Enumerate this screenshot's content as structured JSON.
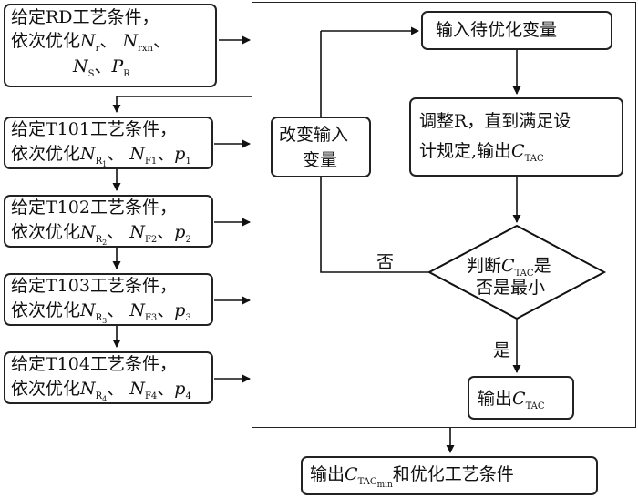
{
  "left_steps": [
    {
      "line1": "给定RD工艺条件，",
      "line2_prefix": "依次优化",
      "v1": "N",
      "v1_sub": "r",
      "sep1": "、",
      "v2": "N",
      "v2_sub": "rxn",
      "sep2": "、",
      "v3": "N",
      "v3_sub": "S",
      "sep3": "、",
      "v4": "P",
      "v4_sub": "R"
    },
    {
      "line1": "给定T101工艺条件，",
      "line2_prefix": "依次优化",
      "v1": "N",
      "v1_sub": "R",
      "v1_sub2": "1",
      "sep1": "、",
      "v2": "N",
      "v2_sub": "F1",
      "sep2": "、",
      "v3": "p",
      "v3_sub": "1"
    },
    {
      "line1": "给定T102工艺条件，",
      "line2_prefix": "依次优化",
      "v1": "N",
      "v1_sub": "R",
      "v1_sub2": "2",
      "sep1": "、",
      "v2": "N",
      "v2_sub": "F2",
      "sep2": "、",
      "v3": "p",
      "v3_sub": "2"
    },
    {
      "line1": "给定T103工艺条件，",
      "line2_prefix": "依次优化",
      "v1": "N",
      "v1_sub": "R",
      "v1_sub2": "3",
      "sep1": "、",
      "v2": "N",
      "v2_sub": "F3",
      "sep2": "、",
      "v3": "p",
      "v3_sub": "3"
    },
    {
      "line1": "给定T104工艺条件，",
      "line2_prefix": "依次优化",
      "v1": "N",
      "v1_sub": "R",
      "v1_sub2": "4",
      "sep1": "、",
      "v2": "N",
      "v2_sub": "F4",
      "sep2": "、",
      "v3": "p",
      "v3_sub": "4"
    }
  ],
  "input_var": "输入待优化变量",
  "adjust": {
    "line1": "调整R，直到满足设",
    "line2_prefix": "计规定,输出",
    "var": "C",
    "var_sub": "TAC"
  },
  "change_input": {
    "line1": "改变输入",
    "line2": "变量"
  },
  "decision": {
    "prefix": "判断",
    "var": "C",
    "var_sub": "TAC",
    "suffix": "是",
    "line2": "否是最小"
  },
  "no_label": "否",
  "yes_label": "是",
  "output_tac": {
    "prefix": "输出",
    "var": "C",
    "var_sub": "TAC"
  },
  "final": {
    "prefix": "输出",
    "var": "C",
    "var_sub": "TAC",
    "var_subsub": "min",
    "suffix": "和优化工艺条件"
  }
}
